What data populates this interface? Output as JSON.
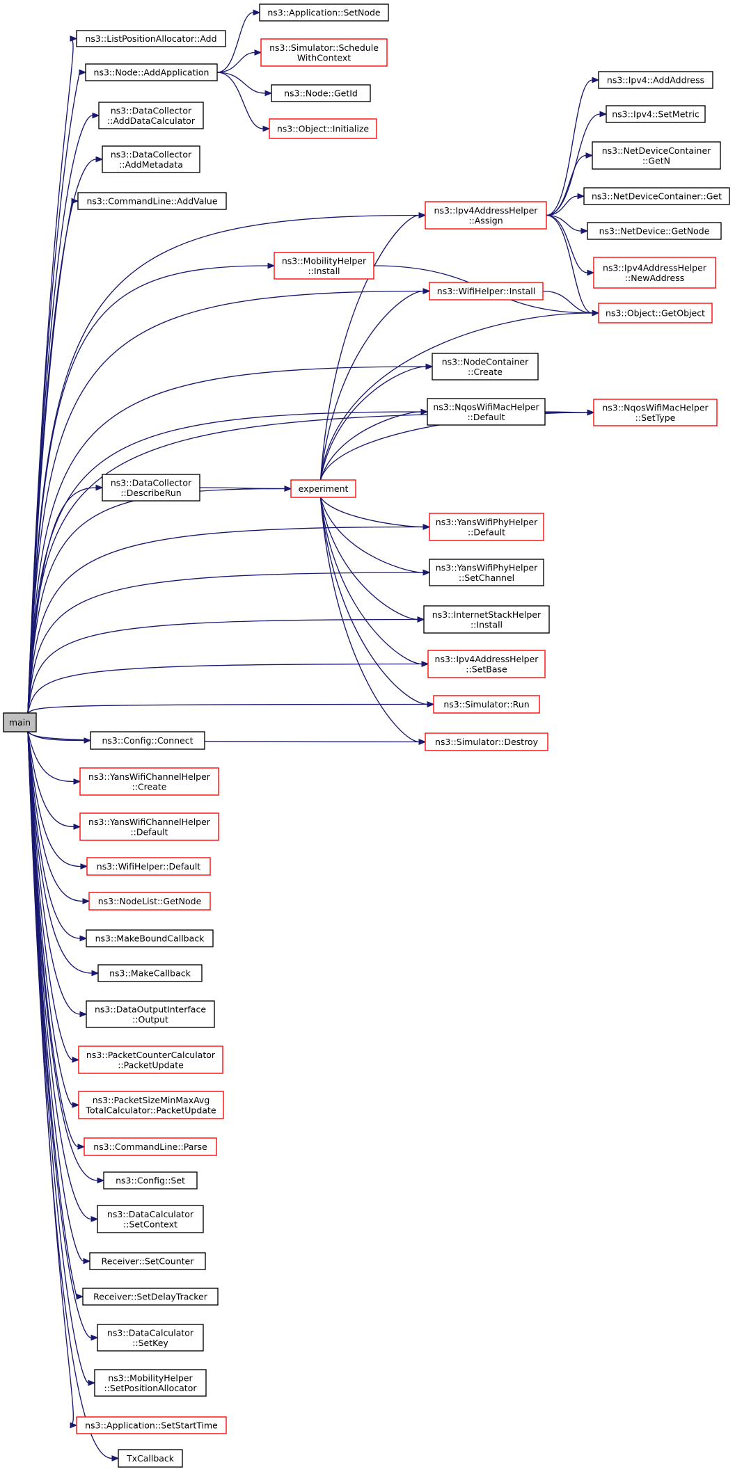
{
  "colors": {
    "edge": "#191970",
    "node_fill": "#ffffff",
    "border_plain": "#000000",
    "border_linked": "#ff0000",
    "root_fill": "#bfbfbf",
    "root_border": "#000000"
  },
  "nodes": [
    {
      "id": "main",
      "lines": [
        "main"
      ],
      "style": "root"
    },
    {
      "id": "lpa_add",
      "lines": [
        "ns3::ListPositionAllocator::Add"
      ],
      "style": "plain"
    },
    {
      "id": "node_addapp",
      "lines": [
        "ns3::Node::AddApplication"
      ],
      "style": "plain"
    },
    {
      "id": "dc_adddatacalc",
      "lines": [
        "ns3::DataCollector",
        "::AddDataCalculator"
      ],
      "style": "plain"
    },
    {
      "id": "dc_addmeta",
      "lines": [
        "ns3::DataCollector",
        "::AddMetadata"
      ],
      "style": "plain"
    },
    {
      "id": "cl_addvalue",
      "lines": [
        "ns3::CommandLine::AddValue"
      ],
      "style": "plain"
    },
    {
      "id": "app_setnode",
      "lines": [
        "ns3::Application::SetNode"
      ],
      "style": "plain"
    },
    {
      "id": "sim_schedctx",
      "lines": [
        "ns3::Simulator::Schedule",
        "WithContext"
      ],
      "style": "linked"
    },
    {
      "id": "node_getid",
      "lines": [
        "ns3::Node::GetId"
      ],
      "style": "plain"
    },
    {
      "id": "obj_init",
      "lines": [
        "ns3::Object::Initialize"
      ],
      "style": "linked"
    },
    {
      "id": "ipv4_addaddr",
      "lines": [
        "ns3::Ipv4::AddAddress"
      ],
      "style": "plain"
    },
    {
      "id": "ipv4_setmetric",
      "lines": [
        "ns3::Ipv4::SetMetric"
      ],
      "style": "plain"
    },
    {
      "id": "ndc_getn",
      "lines": [
        "ns3::NetDeviceContainer",
        "::GetN"
      ],
      "style": "plain"
    },
    {
      "id": "ndc_get",
      "lines": [
        "ns3::NetDeviceContainer::Get"
      ],
      "style": "plain"
    },
    {
      "id": "nd_getnode",
      "lines": [
        "ns3::NetDevice::GetNode"
      ],
      "style": "plain"
    },
    {
      "id": "ipv4h_newaddr",
      "lines": [
        "ns3::Ipv4AddressHelper",
        "::NewAddress"
      ],
      "style": "linked"
    },
    {
      "id": "obj_getobject",
      "lines": [
        "ns3::Object::GetObject"
      ],
      "style": "linked"
    },
    {
      "id": "nqos_settype",
      "lines": [
        "ns3::NqosWifiMacHelper",
        "::SetType"
      ],
      "style": "linked"
    },
    {
      "id": "ipv4h_assign",
      "lines": [
        "ns3::Ipv4AddressHelper",
        "::Assign"
      ],
      "style": "linked"
    },
    {
      "id": "mob_install",
      "lines": [
        "ns3::MobilityHelper",
        "::Install"
      ],
      "style": "linked"
    },
    {
      "id": "wifi_install",
      "lines": [
        "ns3::WifiHelper::Install"
      ],
      "style": "linked"
    },
    {
      "id": "nc_create",
      "lines": [
        "ns3::NodeContainer",
        "::Create"
      ],
      "style": "plain"
    },
    {
      "id": "nqos_default",
      "lines": [
        "ns3::NqosWifiMacHelper",
        "::Default"
      ],
      "style": "plain"
    },
    {
      "id": "dc_describerun",
      "lines": [
        "ns3::DataCollector",
        "::DescribeRun"
      ],
      "style": "plain"
    },
    {
      "id": "experiment",
      "lines": [
        "experiment"
      ],
      "style": "linked"
    },
    {
      "id": "yphy_default",
      "lines": [
        "ns3::YansWifiPhyHelper",
        "::Default"
      ],
      "style": "linked"
    },
    {
      "id": "yphy_setchannel",
      "lines": [
        "ns3::YansWifiPhyHelper",
        "::SetChannel"
      ],
      "style": "plain"
    },
    {
      "id": "ish_install",
      "lines": [
        "ns3::InternetStackHelper",
        "::Install"
      ],
      "style": "plain"
    },
    {
      "id": "ipv4h_setbase",
      "lines": [
        "ns3::Ipv4AddressHelper",
        "::SetBase"
      ],
      "style": "linked"
    },
    {
      "id": "sim_run",
      "lines": [
        "ns3::Simulator::Run"
      ],
      "style": "linked"
    },
    {
      "id": "sim_destroy",
      "lines": [
        "ns3::Simulator::Destroy"
      ],
      "style": "linked"
    },
    {
      "id": "cfg_connect",
      "lines": [
        "ns3::Config::Connect"
      ],
      "style": "plain"
    },
    {
      "id": "ych_create",
      "lines": [
        "ns3::YansWifiChannelHelper",
        "::Create"
      ],
      "style": "linked"
    },
    {
      "id": "ych_default",
      "lines": [
        "ns3::YansWifiChannelHelper",
        "::Default"
      ],
      "style": "linked"
    },
    {
      "id": "wifi_default",
      "lines": [
        "ns3::WifiHelper::Default"
      ],
      "style": "linked"
    },
    {
      "id": "nl_getnode",
      "lines": [
        "ns3::NodeList::GetNode"
      ],
      "style": "linked"
    },
    {
      "id": "mk_boundcb",
      "lines": [
        "ns3::MakeBoundCallback"
      ],
      "style": "plain"
    },
    {
      "id": "mk_cb",
      "lines": [
        "ns3::MakeCallback"
      ],
      "style": "plain"
    },
    {
      "id": "doi_output",
      "lines": [
        "ns3::DataOutputInterface",
        "::Output"
      ],
      "style": "plain"
    },
    {
      "id": "pcc_update",
      "lines": [
        "ns3::PacketCounterCalculator",
        "::PacketUpdate"
      ],
      "style": "linked"
    },
    {
      "id": "psmm_update",
      "lines": [
        "ns3::PacketSizeMinMaxAvg",
        "TotalCalculator::PacketUpdate"
      ],
      "style": "linked"
    },
    {
      "id": "cl_parse",
      "lines": [
        "ns3::CommandLine::Parse"
      ],
      "style": "linked"
    },
    {
      "id": "cfg_set",
      "lines": [
        "ns3::Config::Set"
      ],
      "style": "plain"
    },
    {
      "id": "dcalc_setctx",
      "lines": [
        "ns3::DataCalculator",
        "::SetContext"
      ],
      "style": "plain"
    },
    {
      "id": "rcv_setcounter",
      "lines": [
        "Receiver::SetCounter"
      ],
      "style": "plain"
    },
    {
      "id": "rcv_setdelay",
      "lines": [
        "Receiver::SetDelayTracker"
      ],
      "style": "plain"
    },
    {
      "id": "dcalc_setkey",
      "lines": [
        "ns3::DataCalculator",
        "::SetKey"
      ],
      "style": "plain"
    },
    {
      "id": "mob_setposalloc",
      "lines": [
        "ns3::MobilityHelper",
        "::SetPositionAllocator"
      ],
      "style": "plain"
    },
    {
      "id": "app_setstart",
      "lines": [
        "ns3::Application::SetStartTime"
      ],
      "style": "linked"
    },
    {
      "id": "txcallback",
      "lines": [
        "TxCallback"
      ],
      "style": "plain"
    }
  ],
  "edges": [
    [
      "main",
      "lpa_add"
    ],
    [
      "main",
      "node_addapp"
    ],
    [
      "main",
      "dc_adddatacalc"
    ],
    [
      "main",
      "dc_addmeta"
    ],
    [
      "main",
      "cl_addvalue"
    ],
    [
      "main",
      "ipv4h_assign"
    ],
    [
      "main",
      "mob_install"
    ],
    [
      "main",
      "wifi_install"
    ],
    [
      "main",
      "nqos_settype"
    ],
    [
      "main",
      "nc_create"
    ],
    [
      "main",
      "nqos_default"
    ],
    [
      "main",
      "dc_describerun"
    ],
    [
      "main",
      "experiment"
    ],
    [
      "main",
      "yphy_default"
    ],
    [
      "main",
      "yphy_setchannel"
    ],
    [
      "main",
      "ish_install"
    ],
    [
      "main",
      "ipv4h_setbase"
    ],
    [
      "main",
      "sim_run"
    ],
    [
      "main",
      "sim_destroy"
    ],
    [
      "main",
      "cfg_connect"
    ],
    [
      "main",
      "ych_create"
    ],
    [
      "main",
      "ych_default"
    ],
    [
      "main",
      "wifi_default"
    ],
    [
      "main",
      "nl_getnode"
    ],
    [
      "main",
      "mk_boundcb"
    ],
    [
      "main",
      "mk_cb"
    ],
    [
      "main",
      "doi_output"
    ],
    [
      "main",
      "pcc_update"
    ],
    [
      "main",
      "psmm_update"
    ],
    [
      "main",
      "cl_parse"
    ],
    [
      "main",
      "cfg_set"
    ],
    [
      "main",
      "dcalc_setctx"
    ],
    [
      "main",
      "rcv_setcounter"
    ],
    [
      "main",
      "rcv_setdelay"
    ],
    [
      "main",
      "dcalc_setkey"
    ],
    [
      "main",
      "mob_setposalloc"
    ],
    [
      "main",
      "app_setstart"
    ],
    [
      "main",
      "txcallback"
    ],
    [
      "node_addapp",
      "app_setnode"
    ],
    [
      "node_addapp",
      "sim_schedctx"
    ],
    [
      "node_addapp",
      "node_getid"
    ],
    [
      "node_addapp",
      "obj_init"
    ],
    [
      "ipv4h_assign",
      "ipv4_addaddr"
    ],
    [
      "ipv4h_assign",
      "ipv4_setmetric"
    ],
    [
      "ipv4h_assign",
      "ndc_getn"
    ],
    [
      "ipv4h_assign",
      "ndc_get"
    ],
    [
      "ipv4h_assign",
      "nd_getnode"
    ],
    [
      "ipv4h_assign",
      "ipv4h_newaddr"
    ],
    [
      "ipv4h_assign",
      "obj_getobject"
    ],
    [
      "mob_install",
      "obj_getobject"
    ],
    [
      "wifi_install",
      "obj_getobject"
    ],
    [
      "nqos_default",
      "nqos_settype"
    ],
    [
      "dc_describerun",
      "experiment"
    ],
    [
      "experiment",
      "ipv4h_assign"
    ],
    [
      "experiment",
      "wifi_install"
    ],
    [
      "experiment",
      "obj_getobject"
    ],
    [
      "experiment",
      "nc_create"
    ],
    [
      "experiment",
      "nqos_default"
    ],
    [
      "experiment",
      "nqos_settype"
    ],
    [
      "experiment",
      "yphy_default"
    ],
    [
      "experiment",
      "yphy_setchannel"
    ],
    [
      "experiment",
      "ish_install"
    ],
    [
      "experiment",
      "ipv4h_setbase"
    ],
    [
      "experiment",
      "sim_run"
    ],
    [
      "experiment",
      "sim_destroy"
    ]
  ]
}
